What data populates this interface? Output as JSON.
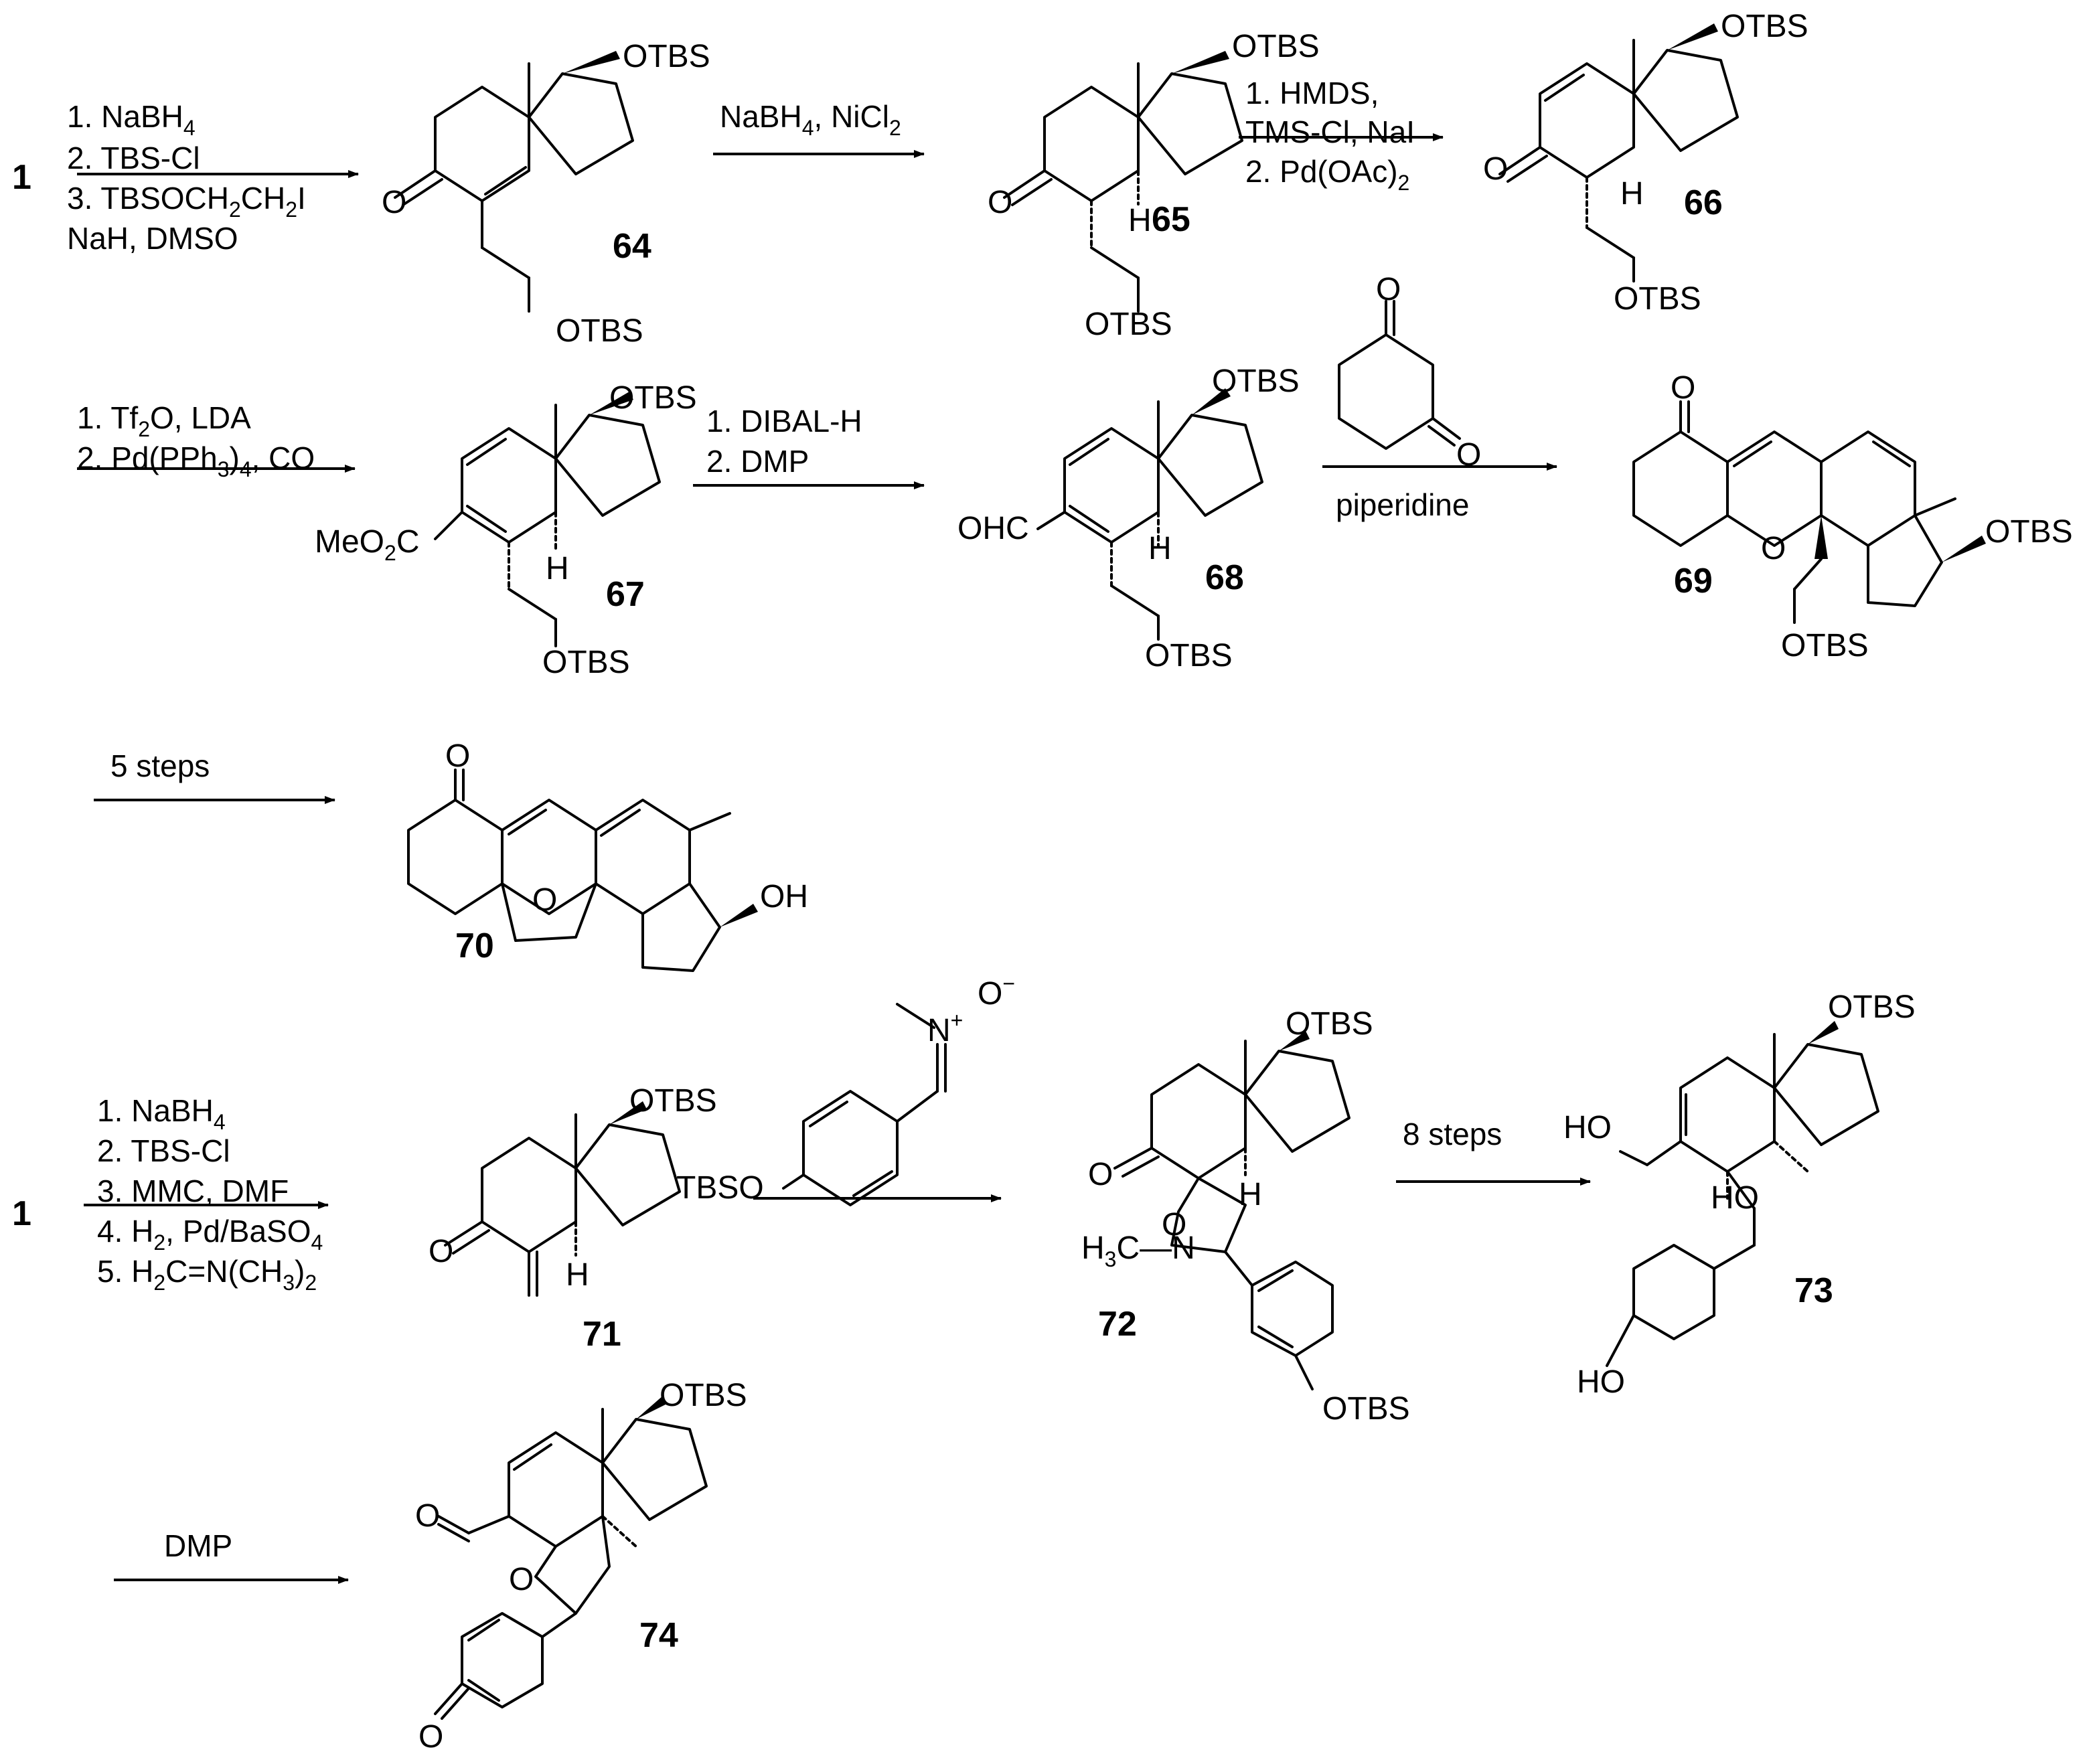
{
  "start": {
    "label": "1"
  },
  "row1": {
    "reagents_a": [
      "1. NaBH4",
      "2. TBS-Cl",
      "3. TBSOCH2CH2I",
      "NaH, DMSO"
    ],
    "reagents_b": "NaBH4, NiCl2",
    "reagents_c": [
      "1. HMDS,",
      "TMS-Cl, NaI",
      "2. Pd(OAc)2"
    ]
  },
  "row2": {
    "reagents_a": [
      "1. Tf2O, LDA",
      "2. Pd(PPh3)4, CO"
    ],
    "reagents_b": [
      "1. DIBAL-H",
      "2. DMP"
    ],
    "reagents_c": "piperidine"
  },
  "row3": {
    "reagents": "5 steps"
  },
  "row4": {
    "reagents_a": [
      "1. NaBH4",
      "2. TBS-Cl",
      "3. MMC, DMF",
      "4. H2, Pd/BaSO4",
      "5. H2C=N(CH3)2"
    ],
    "reagents_c": "8 steps"
  },
  "row5": {
    "reagents": "DMP"
  },
  "compounds": {
    "c64": "64",
    "c65": "65",
    "c66": "66",
    "c67": "67",
    "c68": "68",
    "c69": "69",
    "c70": "70",
    "c71": "71",
    "c72": "72",
    "c73": "73",
    "c74": "74"
  },
  "atoms": {
    "otbs": "OTBS",
    "o": "O",
    "h": "H",
    "oh": "OH",
    "ho": "HO",
    "ohc": "OHC",
    "meo2c": "MeO2C",
    "tbso": "TBSO",
    "n_plus": "N+",
    "o_minus": "O-",
    "h3cn": "H3C—N"
  }
}
